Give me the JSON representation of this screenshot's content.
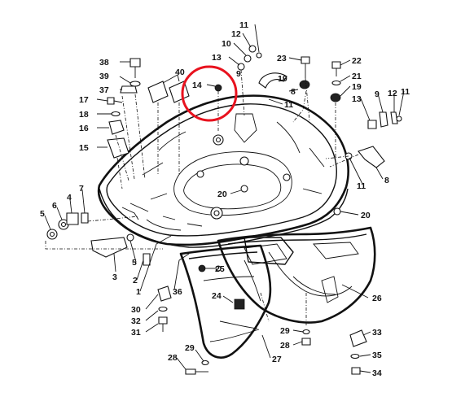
{
  "callouts": {
    "c1": "1",
    "c2": "2",
    "c3": "3",
    "c4": "4",
    "c5a": "5",
    "c5b": "5",
    "c6": "6",
    "c7": "7",
    "c8a": "8",
    "c8b": "8",
    "c9a": "9",
    "c9b": "9",
    "c10": "10",
    "c11a": "11",
    "c11b": "11",
    "c11c": "11",
    "c11d": "11",
    "c12a": "12",
    "c12b": "12",
    "c13a": "13",
    "c13b": "13",
    "c14": "14",
    "c15": "15",
    "c16": "16",
    "c17": "17",
    "c18": "18",
    "c19a": "19",
    "c19b": "19",
    "c20a": "20",
    "c20b": "20",
    "c21": "21",
    "c22": "22",
    "c23": "23",
    "c24": "24",
    "c25": "25",
    "c26": "26",
    "c27": "27",
    "c28a": "28",
    "c28b": "28",
    "c29a": "29",
    "c29b": "29",
    "c30": "30",
    "c31": "31",
    "c32": "32",
    "c33": "33",
    "c34": "34",
    "c35": "35",
    "c36": "36",
    "c37": "37",
    "c38": "38",
    "c39": "39",
    "c40": "40"
  },
  "highlight": {
    "target_part": "14",
    "color": "#e8121e"
  }
}
